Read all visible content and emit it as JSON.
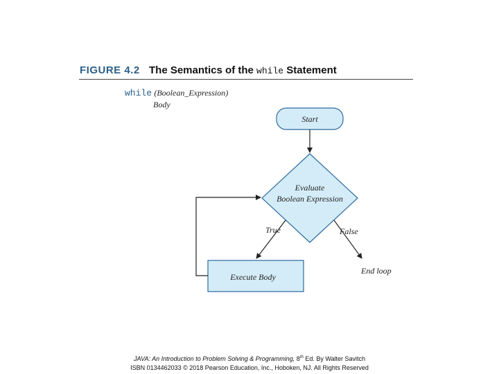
{
  "figure": {
    "number": "FIGURE 4.2",
    "title_prefix": "The Semantics of the",
    "title_keyword": "while",
    "title_suffix": "Statement"
  },
  "syntax": {
    "keyword": "while",
    "condition": "(Boolean_Expression)",
    "body": "Body"
  },
  "flowchart": {
    "start_label": "Start",
    "evaluate_line1": "Evaluate",
    "evaluate_line2": "Boolean  Expression",
    "true_label": "True",
    "false_label": "False",
    "execute_label": "Execute Body",
    "end_label": "End loop",
    "colors": {
      "fill": "#d4ecf7",
      "stroke": "#2c6aa0",
      "line": "#222222"
    }
  },
  "footer": {
    "line1_italic": "JAVA: An Introduction to Problem Solving & Programming,",
    "line1_edition": "8",
    "line1_superscript": "th",
    "line1_rest": " Ed. By Walter Savitch",
    "line2": "ISBN 0134462033 © 2018 Pearson Education, Inc., Hoboken, NJ. All Rights Reserved"
  }
}
